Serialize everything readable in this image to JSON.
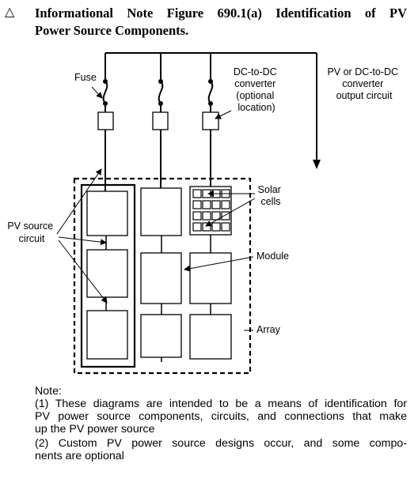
{
  "header": {
    "delta_symbol": "△",
    "title_line1": "Informational Note Figure 690.1(a) Identification of PV",
    "title_line2": "Power Source Components."
  },
  "diagram": {
    "labels": {
      "fuse": "Fuse",
      "dc_converter": [
        "DC-to-DC",
        "converter",
        "(optional",
        "location)"
      ],
      "output_circuit": [
        "PV or DC-to-DC",
        "converter",
        "output circuit"
      ],
      "pv_source_circuit": [
        "PV source",
        "circuit"
      ],
      "solar_cells": [
        "Solar",
        "cells"
      ],
      "module": "Module",
      "array": "Array"
    }
  },
  "note": {
    "heading": "Note:",
    "item1_lines": [
      "(1) These diagrams are intended to be a means of identification for",
      "PV power source components, circuits, and connections that make",
      "up the PV power source"
    ],
    "item2_lines": [
      "(2) Custom PV power source designs occur, and some compo-",
      "nents are optional"
    ]
  }
}
